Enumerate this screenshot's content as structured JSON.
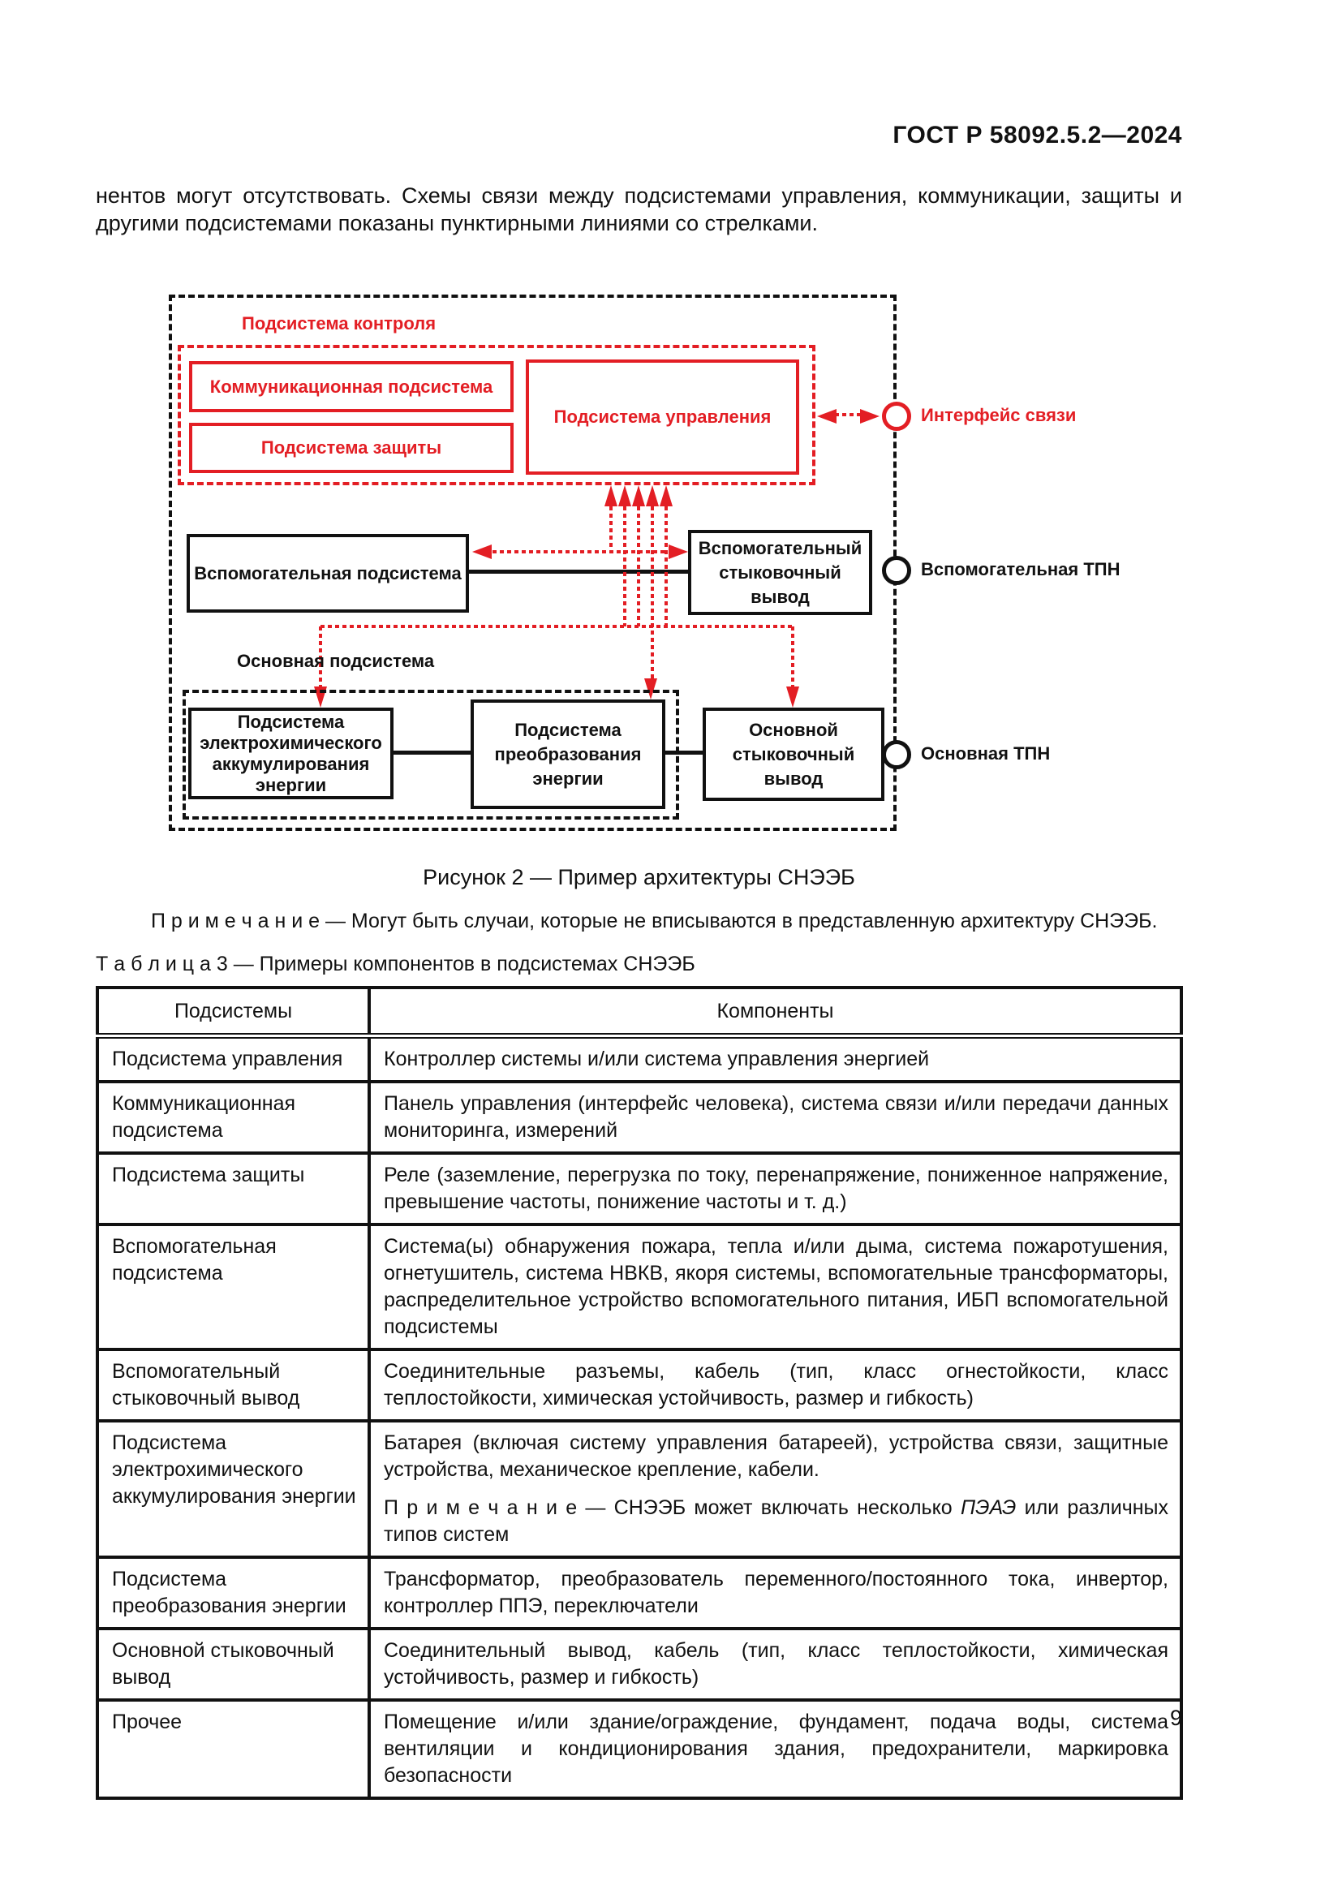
{
  "page": {
    "header": "ГОСТ Р 58092.5.2—2024",
    "paragraph": "нентов могут отсутствовать. Схемы связи между подсистемами управления, коммуникации, защиты и другими подсистемами показаны пунктирными линиями со стрелками.",
    "figure_caption": "Рисунок 2 — Пример архитектуры СНЭЭБ",
    "note_line": "П р и м е ч а н и е  — Могут быть случаи, которые не вписываются в представленную архитектуру СНЭЭБ.",
    "table_caption": "Т а б л и ц а  3 — Примеры компонентов в подсистемах СНЭЭБ",
    "page_number": "9"
  },
  "diagram": {
    "control_label": "Подсистема контроля",
    "comm_box": "Коммуникационная подсистема",
    "protection_box": "Подсистема защиты",
    "management_box": "Подсистема управления",
    "interface_label": "Интерфейс связи",
    "aux_box": "Вспомогательная подсистема",
    "aux_port_box": "Вспомогательный стыковочный вывод",
    "aux_tpn_label": "Вспомогательная ТПН",
    "main_label": "Основная подсистема",
    "storage_box": "Подсистема электрохимического аккумулирования энергии",
    "conversion_box": "Подсистема преобразования энергии",
    "main_port_box": "Основной стыковочный вывод",
    "main_tpn_label": "Основная ТПН",
    "colors": {
      "red": "#e31e24",
      "black": "#111111"
    }
  },
  "table": {
    "headers": [
      "Подсистемы",
      "Компоненты"
    ],
    "rows": [
      {
        "subsystem": "Подсистема управления",
        "components": "Контроллер системы и/или система управления энергией"
      },
      {
        "subsystem": "Коммуникационная подсистема",
        "components": "Панель управления (интерфейс человека), система связи и/или передачи данных мониторинга, измерений"
      },
      {
        "subsystem": "Подсистема защиты",
        "components": "Реле (заземление, перегрузка по току, перенапряжение, пониженное напряжение, превышение частоты, понижение частоты и т. д.)"
      },
      {
        "subsystem": "Вспомогательная подсистема",
        "components": "Система(ы) обнаружения пожара, тепла и/или дыма, система пожаротушения, огнетушитель, система НВКВ, якоря системы, вспомогательные трансформаторы, распределительное устройство вспомогательного питания, ИБП вспомогательной подсистемы"
      },
      {
        "subsystem": "Вспомогательный стыковочный вывод",
        "components": "Соединительные разъемы, кабель (тип, класс огнестойкости, класс теплостойкости, химическая устойчивость, размер и гибкость)"
      },
      {
        "subsystem": "Подсистема электрохимического аккумулирования энергии",
        "components": "Батарея (включая систему управления батареей), устройства связи, защитные устройства, механическое крепление, кабели.",
        "note_pre": "П р и м е ч а н и е  — СНЭЭБ может включать несколько ",
        "note_italic": "ПЭАЭ",
        "note_post": " или различных типов систем"
      },
      {
        "subsystem": "Подсистема преобразования энергии",
        "components": "Трансформатор, преобразователь переменного/постоянного тока, инвертор, контроллер ППЭ, переключатели"
      },
      {
        "subsystem": "Основной стыковочный вывод",
        "components": "Соединительный вывод, кабель (тип, класс теплостойкости, химическая устойчивость, размер и гибкость)"
      },
      {
        "subsystem": "Прочее",
        "components": "Помещение и/или здание/ограждение, фундамент, подача воды, система вентиляции и кондиционирования здания, предохранители, маркировка безопасности"
      }
    ]
  }
}
